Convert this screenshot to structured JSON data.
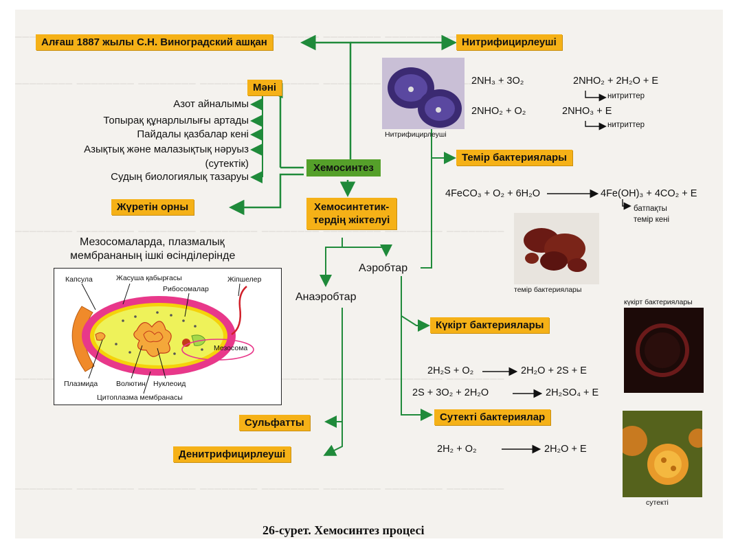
{
  "top_left": {
    "origin": "Алғаш 1887 жылы С.Н. Виноградский ашқан"
  },
  "center": {
    "main_label": "Хемосинтез"
  },
  "significance": {
    "title": "Мәні",
    "items": [
      "Азот айналымы",
      "Топырақ құнарлылығы артады",
      "Пайдалы қазбалар кені",
      "Азықтық және малазықтық нәруыз",
      "(сутектік)",
      "Судың биологиялық тазаруы"
    ]
  },
  "location": {
    "title": "Жүретін орны",
    "subtitle_line1": "Мезосомаларда, плазмалық",
    "subtitle_line2": "мембрананың ішкі өсінділерінде"
  },
  "cell_labels": {
    "capsule": "Капсула",
    "cell_wall": "Жасуша қабырғасы",
    "ribosomes": "Рибосомалар",
    "pili": "Жіпшелер",
    "mesosome": "Мезосома",
    "plasmid": "Плазмида",
    "volutin": "Волютин",
    "nucleoid": "Нуклеоид",
    "cytoplasm_membrane": "Цитоплазма мембранасы"
  },
  "classification": {
    "title_line1": "Хемосинтетик-",
    "title_line2": "тердің жіктелуі",
    "anaerobes": "Анаэробтар",
    "aerobes": "Аэробтар"
  },
  "anaerobic_groups": {
    "sulfate": "Сульфатты",
    "denitrifying": "Денитрифицирлеуші"
  },
  "nitrifying": {
    "title": "Нитрифицирлеуші",
    "eq1_left": "2NH₃ + 3O₂",
    "eq1_right": "2NHO₂ + 2H₂O + E",
    "eq1_note": "нитриттер",
    "eq2_left": "2NHO₂ + O₂",
    "eq2_right": "2NHO₃ + E",
    "eq2_note": "нитриттер",
    "image_caption": "Нитрифицирлеуші"
  },
  "iron": {
    "title": "Темір бактериялары",
    "eq_left": "4FeCO₃ + O₂ + 6H₂O",
    "eq_right": "4Fe(OH)₃ + 4CO₂ + E",
    "note_line1": "батпақты",
    "note_line2": "темір кені",
    "image_caption": "темір бактериялары"
  },
  "sulfur": {
    "title": "Күкірт бактериялары",
    "eq1_left": "2H₂S + O₂",
    "eq1_right": "2H₂O + 2S + E",
    "eq2_left": "2S + 3O₂ + 2H₂O",
    "eq2_right": "2H₂SO₄ + E",
    "image_caption": "күкірт бактериялары"
  },
  "hydrogen": {
    "title": "Сутекті бактериялар",
    "eq_left": "2H₂ + O₂",
    "eq_right": "2H₂O + E",
    "image_caption": "сутекті"
  },
  "figure_caption": "26-сурет. Хемосинтез процесі",
  "colors": {
    "box": "#f5b117",
    "center_box": "#55a02a",
    "arrow": "#1f8a3a",
    "capsule": "#f08a2a",
    "cell_wall": "#e8388a",
    "cytoplasm": "#eef25a"
  }
}
